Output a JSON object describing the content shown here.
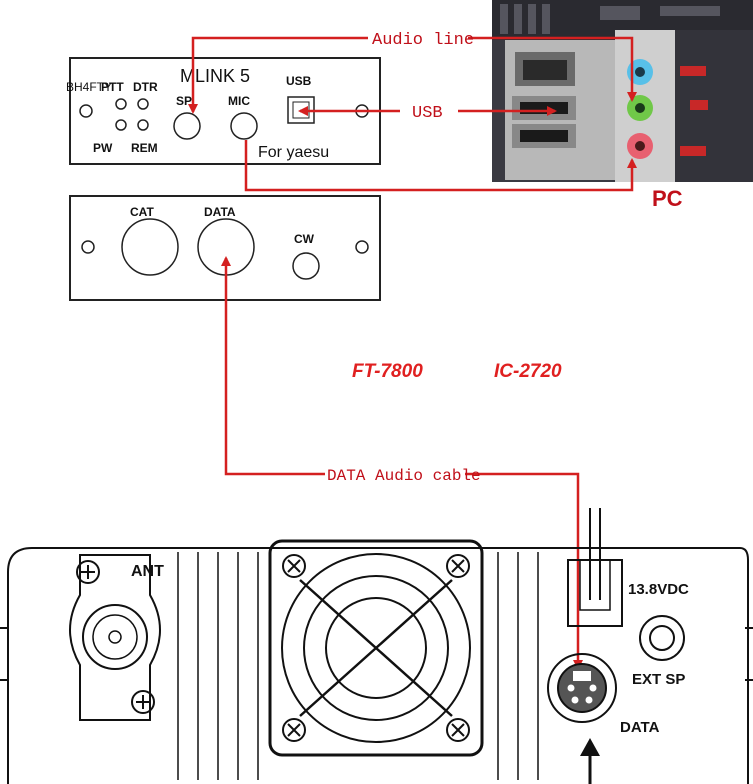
{
  "mlink_front": {
    "brand": "MLINK 5",
    "brand_overlay": "BH4FTY",
    "led_ptt": "PTT",
    "led_dtr": "DTR",
    "led_pw": "PW",
    "led_rem": "REM",
    "port_sp": "SP",
    "port_mic": "MIC",
    "port_usb": "USB",
    "subtitle": "For yaesu"
  },
  "mlink_back": {
    "port_cat": "CAT",
    "port_data": "DATA",
    "port_cw": "CW"
  },
  "connections": {
    "audio_line": "Audio line",
    "usb": "USB",
    "pc": "PC",
    "data_audio_cable": "DATA Audio cable"
  },
  "models": {
    "model_1": "FT-7800",
    "model_2": "IC-2720"
  },
  "radio_rear": {
    "ant": "ANT",
    "power": "13.8VDC",
    "ext_sp": "EXT SP",
    "data": "DATA"
  },
  "colors": {
    "connection_line": "#d42020",
    "pc_label": "#c0101a",
    "model_text": "#e02020",
    "motherboard": "#2a2a30",
    "jack_blue": "#58c0e8",
    "jack_green": "#70c848",
    "jack_pink": "#e86070"
  }
}
